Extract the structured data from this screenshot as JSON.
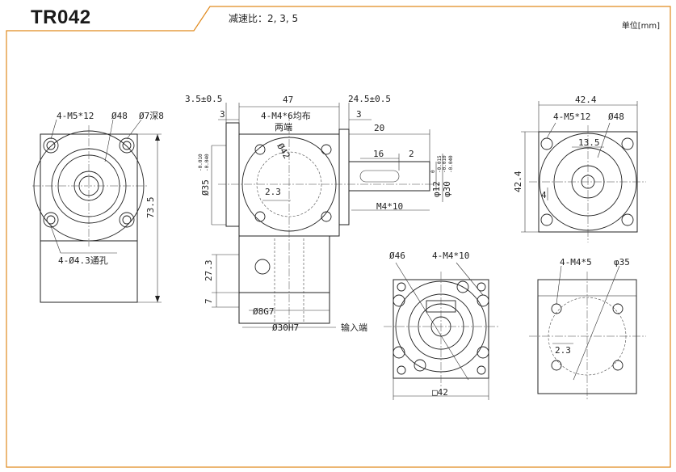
{
  "header": {
    "model": "TR042",
    "ratio_label": "减速比：2, 3, 5",
    "unit_label": "单位[mm]"
  },
  "front_view": {
    "bolt_callout": "4-M5*12",
    "bore_diameter": "Ø48",
    "pilot_depth": "Ø7深8",
    "through_hole": "4-Ø4.3通孔",
    "height": "73.5"
  },
  "side_view": {
    "left_offset": "3.5±0.5",
    "flange_thickness": "3",
    "body_width": "47",
    "mount_holes": "4-M4*6均布",
    "mount_holes_note": "两端",
    "pcd": "Ø42",
    "right_offset": "24.5±0.5",
    "right_flange": "3",
    "shaft_length": "20",
    "key_length": "16",
    "key_offset": "2",
    "shaft_diameter": "φ12",
    "shaft_tol_upper": "0",
    "shaft_tol_lower": "-0.015",
    "spigot_diameter": "φ30",
    "spigot_tol_upper": "-0.010",
    "spigot_tol_lower": "-0.040",
    "left_spigot": "Ø35",
    "left_spigot_tol_upper": "-0.010",
    "left_spigot_tol_lower": "-0.040",
    "key_depth": "2.3",
    "end_tap": "M4*10",
    "input_height": "27.3",
    "input_step": "7",
    "input_bore": "Ø8G7",
    "input_spigot": "Ø30H7"
  },
  "top_right_view": {
    "width": "42.4",
    "height": "42.4",
    "bolt_callout": "4-M5*12",
    "bore_diameter": "Ø48",
    "key_width": "13.5",
    "key_height": "4"
  },
  "input_view": {
    "pcd": "Ø46",
    "tap_callout": "4-M4*10",
    "label": "输入端",
    "square": "□42"
  },
  "bottom_right_view": {
    "tap_callout": "4-M4*5",
    "pcd": "φ35",
    "depth": "2.3"
  }
}
